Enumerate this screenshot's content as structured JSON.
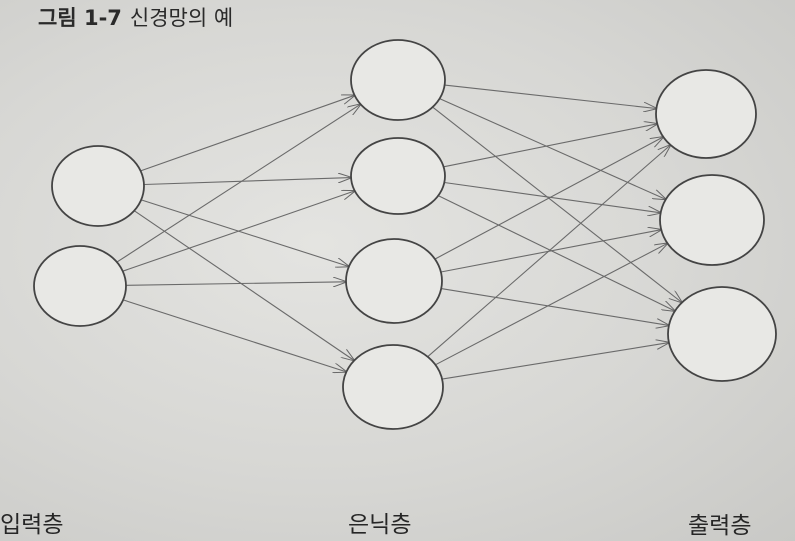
{
  "figure": {
    "number": "그림 1-7",
    "title": "신경망의 예"
  },
  "layers": {
    "input": {
      "label": "입력층",
      "node_count": 2
    },
    "hidden": {
      "label": "은닉층",
      "node_count": 4
    },
    "output": {
      "label": "출력층",
      "node_count": 3
    }
  },
  "connections": "fully-connected",
  "colors": {
    "line": "#6a6a6a",
    "node_stroke": "#444444",
    "node_fill": "#e8e8e5",
    "text": "#262626"
  }
}
